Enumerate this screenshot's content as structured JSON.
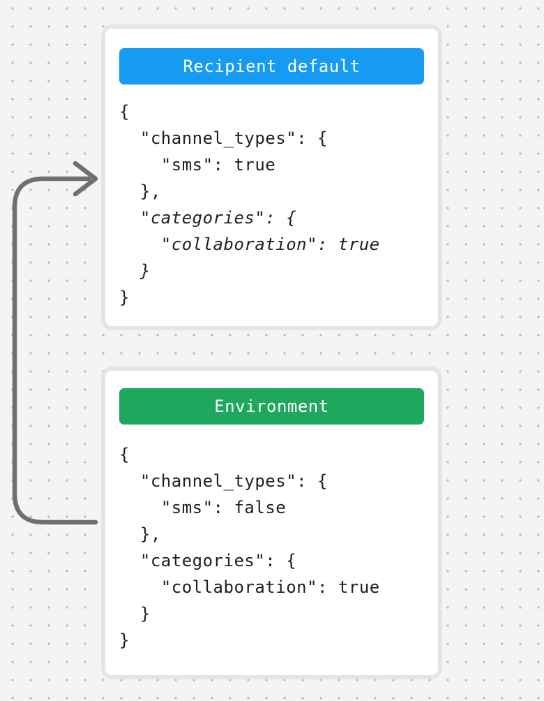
{
  "canvas": {
    "background_color": "#f4f4f4",
    "dot_color": "#b9b9b9",
    "card_border_color": "#e5e5e5",
    "card_background_color": "#ffffff",
    "code_text_color": "#1f1f1f"
  },
  "arrow": {
    "name": "loop-arrow",
    "color": "#6f6f6f",
    "points_from": "Environment card",
    "points_to": "Recipient default card"
  },
  "cards": [
    {
      "title": "Recipient default",
      "header_color": "#169bf2",
      "header_text_color": "#ffffff",
      "code_lines": [
        {
          "text": "{",
          "emphasis": false
        },
        {
          "text": "  \"channel_types\": {",
          "emphasis": false
        },
        {
          "text": "    \"sms\": true",
          "emphasis": false
        },
        {
          "text": "  },",
          "emphasis": false
        },
        {
          "text": "  \"categories\": {",
          "emphasis": true
        },
        {
          "text": "    \"collaboration\": true",
          "emphasis": true
        },
        {
          "text": "  }",
          "emphasis": true
        },
        {
          "text": "}",
          "emphasis": false
        }
      ]
    },
    {
      "title": "Environment",
      "header_color": "#1ea75d",
      "header_text_color": "#ffffff",
      "code_lines": [
        {
          "text": "{",
          "emphasis": false
        },
        {
          "text": "  \"channel_types\": {",
          "emphasis": false
        },
        {
          "text": "    \"sms\": false",
          "emphasis": false
        },
        {
          "text": "  },",
          "emphasis": false
        },
        {
          "text": "  \"categories\": {",
          "emphasis": false
        },
        {
          "text": "    \"collaboration\": true",
          "emphasis": false
        },
        {
          "text": "  }",
          "emphasis": false
        },
        {
          "text": "}",
          "emphasis": false
        }
      ]
    }
  ]
}
